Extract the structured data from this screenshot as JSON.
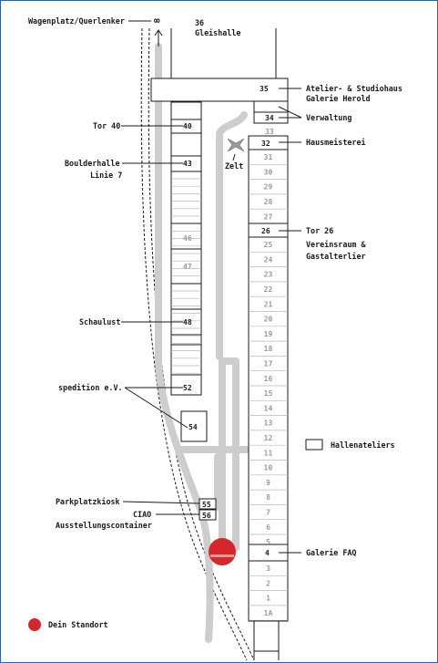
{
  "labels": {
    "wagenplatz": "Wagenplatz/Querlenker",
    "infinity": "∞",
    "gleishalle_num": "36",
    "gleishalle": "Gleishalle",
    "atelier_1": "Atelier- & Studiohaus",
    "atelier_2": "Galerie Herold",
    "verwaltung": "Verwaltung",
    "hausmeisterei": "Hausmeisterei",
    "zelt": "Zelt",
    "tor40": "Tor 40",
    "boulder_1": "Boulderhalle",
    "boulder_2": "Linie 7",
    "tor26": "Tor 26",
    "verein_1": "Vereinsraum &",
    "verein_2": "Gastalterlier",
    "schaulust": "Schaulust",
    "spedition": "spedition e.V.",
    "hallenateliers": "Hallenateliers",
    "parkplatzkiosk": "Parkplatzkiosk",
    "ciao_1": "CIAO",
    "ciao_2": "Ausstellungscontainer",
    "galerie_faq": "Galerie FAQ",
    "standort": "Dein Standort"
  },
  "numbers": {
    "n35": "35",
    "n34": "34",
    "n33": "33",
    "n32": "32",
    "n40": "40",
    "n43": "43",
    "n46": "46",
    "n47": "47",
    "n48": "48",
    "n52": "52",
    "n54": "54",
    "n55": "55",
    "n56": "56",
    "n26": "26",
    "n4": "4"
  },
  "right_column_units": [
    "31",
    "30",
    "29",
    "28",
    "27",
    "25",
    "24",
    "23",
    "22",
    "21",
    "20",
    "19",
    "18",
    "17",
    "16",
    "15",
    "14",
    "13",
    "12",
    "11",
    "10",
    "9",
    "8",
    "7",
    "6",
    "5",
    "3",
    "2",
    "1",
    "1A"
  ],
  "colors": {
    "standort": "#d7262b",
    "path": "#cdcdcd",
    "frame": "#2f5fb8"
  }
}
